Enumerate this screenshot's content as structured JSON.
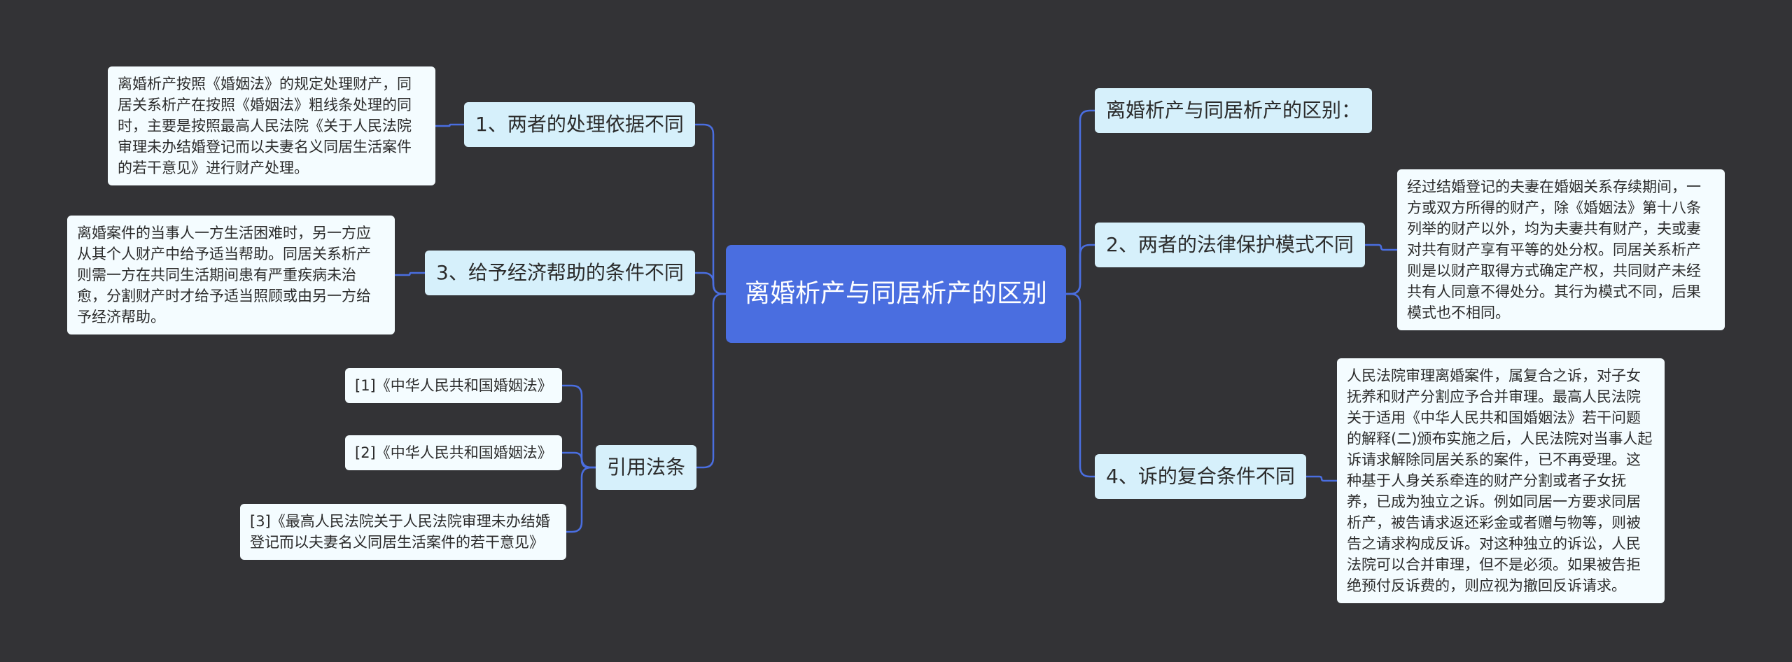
{
  "root": {
    "label": "离婚析产与同居析产的区别"
  },
  "left_branches": [
    {
      "label": "1、两者的处理依据不同",
      "details": [
        "离婚析产按照《婚姻法》的规定处理财产，同居关系析产在按照《婚姻法》粗线条处理的同时，主要是按照最高人民法院《关于人民法院审理未办结婚登记而以夫妻名义同居生活案件的若干意见》进行财产处理。"
      ]
    },
    {
      "label": "3、给予经济帮助的条件不同",
      "details": [
        "离婚案件的当事人一方生活困难时，另一方应从其个人财产中给予适当帮助。同居关系析产则需一方在共同生活期间患有严重疾病未治愈，分割财产时才给予适当照顾或由另一方给予经济帮助。"
      ]
    },
    {
      "label": "引用法条",
      "details": [
        "[1]《中华人民共和国婚姻法》",
        "[2]《中华人民共和国婚姻法》",
        "[3]《最高人民法院关于人民法院审理未办结婚登记而以夫妻名义同居生活案件的若干意见》"
      ]
    }
  ],
  "right_branches": [
    {
      "label": "离婚析产与同居析产的区别：",
      "details": []
    },
    {
      "label": "2、两者的法律保护模式不同",
      "details": [
        "经过结婚登记的夫妻在婚姻关系存续期间，一方或双方所得的财产，除《婚姻法》第十八条列举的财产以外，均为夫妻共有财产，夫或妻对共有财产享有平等的处分权。同居关系析产则是以财产取得方式确定产权，共同财产未经共有人同意不得处分。其行为模式不同，后果模式也不相同。"
      ]
    },
    {
      "label": "4、诉的复合条件不同",
      "details": [
        "人民法院审理离婚案件，属复合之诉，对子女抚养和财产分割应予合并审理。最高人民法院关于适用《中华人民共和国婚姻法》若干问题的解释(二)颁布实施之后，人民法院对当事人起诉请求解除同居关系的案件，已不再受理。这种基于人身关系牵连的财产分割或者子女抚养，已成为独立之诉。例如同居一方要求同居析产，被告请求返还彩金或者赠与物等，则被告之请求构成反诉。对这种独立的诉讼，人民法院可以合并审理，但不是必须。如果被告拒绝预付反诉费的，则应视为撤回反诉请求。"
      ]
    }
  ],
  "colors": {
    "background": "#333336",
    "root_fill": "#4a6ee0",
    "branch_fill": "#d6f0fb",
    "leaf_fill": "#f4fcff",
    "connector": "#4a6ee0"
  }
}
